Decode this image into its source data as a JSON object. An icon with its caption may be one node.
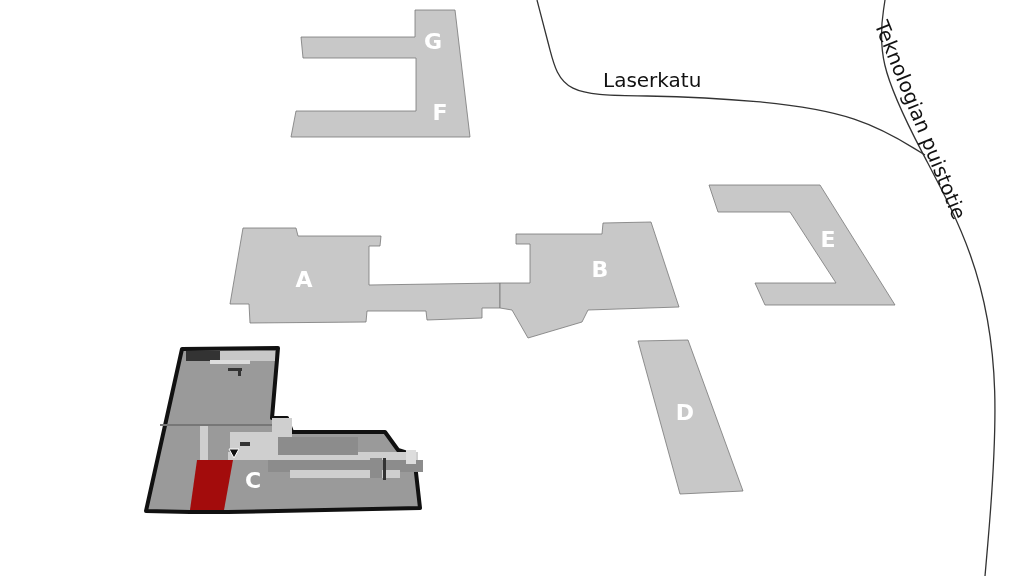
{
  "diagram": {
    "nodes": [
      {
        "text": [
          "G",
          "F"
        ]
      },
      {
        "text": [
          "E"
        ]
      },
      {
        "text": [
          "A"
        ]
      },
      {
        "text": [
          "B"
        ]
      },
      {
        "text": [
          "D"
        ]
      },
      {
        "text": [
          "C"
        ]
      }
    ],
    "labels": [
      "Laserkatu",
      "Teknologian puistotie"
    ]
  }
}
